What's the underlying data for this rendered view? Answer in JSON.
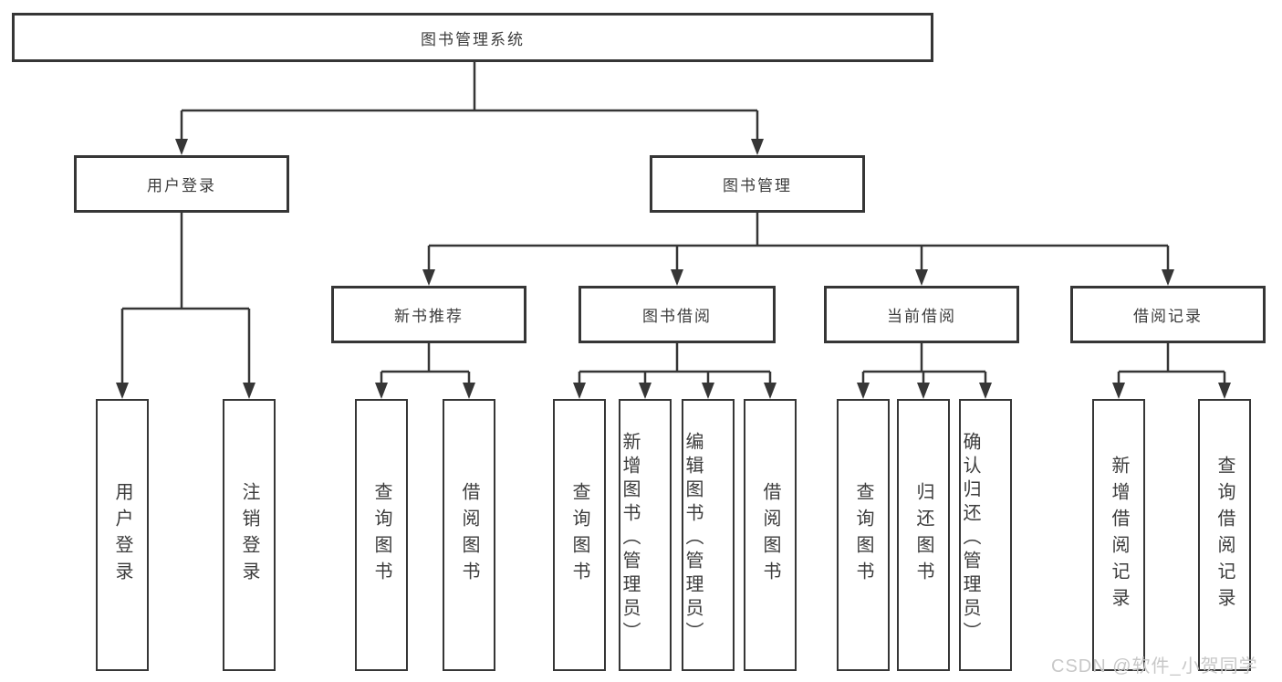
{
  "diagram": {
    "root": {
      "label": "图书管理系统"
    },
    "branches": [
      {
        "label": "用户登录",
        "children": [
          {
            "label": "用户登录"
          },
          {
            "label": "注销登录"
          }
        ]
      },
      {
        "label": "图书管理",
        "children": [
          {
            "label": "新书推荐",
            "children": [
              {
                "label": "查询图书"
              },
              {
                "label": "借阅图书"
              }
            ]
          },
          {
            "label": "图书借阅",
            "children": [
              {
                "label": "查询图书"
              },
              {
                "label": "新增图书（管理员）"
              },
              {
                "label": "编辑图书（管理员）"
              },
              {
                "label": "借阅图书"
              }
            ]
          },
          {
            "label": "当前借阅",
            "children": [
              {
                "label": "查询图书"
              },
              {
                "label": "归还图书"
              },
              {
                "label": "确认归还（管理员）"
              }
            ]
          },
          {
            "label": "借阅记录",
            "children": [
              {
                "label": "新增借阅记录"
              },
              {
                "label": "查询借阅记录"
              }
            ]
          }
        ]
      }
    ]
  },
  "watermark": {
    "text": "CSDN @软件_小贺同学"
  },
  "colors": {
    "line": "#363636",
    "box_border": "#363636",
    "text": "#3c3c3c",
    "background": "#ffffff",
    "watermark": "#c8c8c8"
  }
}
